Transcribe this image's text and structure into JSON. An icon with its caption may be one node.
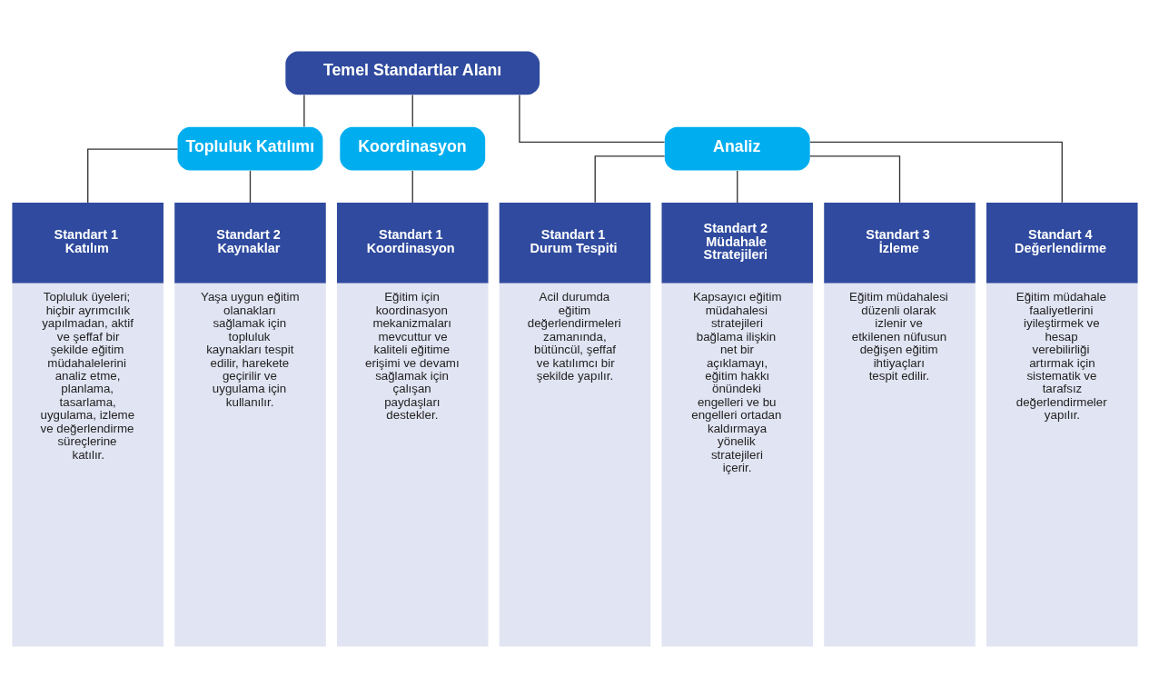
{
  "diagram": {
    "nodes": [
      {
        "text": [
          "Temel Standartlar Alanı"
        ]
      },
      {
        "text": [
          "Topluluk Katılımı"
        ]
      },
      {
        "text": [
          "Koordinasyon"
        ]
      },
      {
        "text": [
          "Analiz"
        ]
      },
      {
        "text": [
          "Standart 1 Katılım",
          "Topluluk üyeleri; hiçbir ayrımcılık yapılmadan, aktif ve şeffaf bir şekilde eğitim müdahalelerini analiz etme, planlama, tasarlama, uygulama, izleme ve değerlendirme süreçlerine katılır."
        ]
      },
      {
        "text": [
          "Standart 2 Kaynaklar",
          "Yaşa uygun eğitim olanakları sağlamak için topluluk kaynakları tespit edilir, harekete geçirilir ve uygulama için kullanılır."
        ]
      },
      {
        "text": [
          "Standart 1 Koordinasyon",
          "Eğitim için koordinasyon mekanizmaları mevcuttur ve kaliteli eğitime erişimi ve devamı sağlamak için çalışan paydaşları destekler."
        ]
      },
      {
        "text": [
          "Standart 1 Durum Tespiti",
          "Acil durumda eğitim değerlendirmeleri zamanında, bütüncül, şeffaf ve katılımcı bir şekilde yapılır."
        ]
      },
      {
        "text": [
          "Standart 2 Müdahale Stratejileri",
          "Kapsayıcı eğitim müdahalesi stratejileri bağlama ilişkin net bir açıklamayı, eğitim hakkı önündeki engelleri ve bu engelleri ortadan kaldırmaya yönelik stratejileri içerir."
        ]
      },
      {
        "text": [
          "Standart 3 İzleme",
          "Eğitim müdahalesi düzenli olarak izlenir ve etkilenen nüfusun değişen eğitim ihtiyaçları tespit edilir."
        ]
      },
      {
        "text": [
          "Standart 4 Değerlendirme",
          "Eğitim müdahale faaliyetlerini iyileştirmek ve hesap verebilirliği artırmak için sistematik ve tarafsız değerlendirmeler yapılır."
        ]
      }
    ],
    "edges": [
      {
        "from": 0,
        "to": 1,
        "arrow": "none"
      },
      {
        "from": 0,
        "to": 2,
        "arrow": "none"
      },
      {
        "from": 0,
        "to": 3,
        "arrow": "none"
      },
      {
        "from": 1,
        "to": 4,
        "arrow": "none"
      },
      {
        "from": 1,
        "to": 5,
        "arrow": "none"
      },
      {
        "from": 2,
        "to": 6,
        "arrow": "none"
      },
      {
        "from": 3,
        "to": 7,
        "arrow": "none"
      },
      {
        "from": 3,
        "to": 8,
        "arrow": "none"
      },
      {
        "from": 3,
        "to": 9,
        "arrow": "none"
      },
      {
        "from": 3,
        "to": 10,
        "arrow": "none"
      }
    ]
  }
}
